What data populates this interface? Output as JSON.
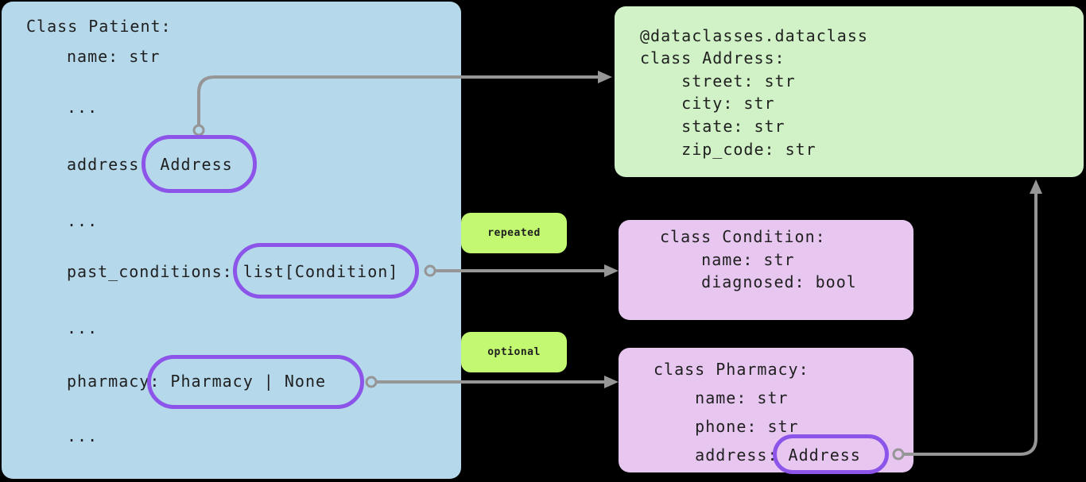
{
  "diagram": {
    "patient_box": {
      "lines": [
        "Class Patient:",
        "name: str",
        "...",
        "address: Address",
        "...",
        "past_conditions: list[Condition]",
        "...",
        "pharmacy: Pharmacy | None",
        "..."
      ]
    },
    "address_box": {
      "lines": [
        "@dataclasses.dataclass",
        "class Address:",
        "    street: str",
        "    city: str",
        "    state: str",
        "    zip_code: str"
      ]
    },
    "condition_box": {
      "lines": [
        "class Condition:",
        "    name: str",
        "    diagnosed: bool"
      ]
    },
    "pharmacy_box": {
      "lines": [
        "class Pharmacy:",
        "    name: str",
        "    phone: str",
        "    address: Address"
      ]
    },
    "badges": {
      "repeated": "repeated",
      "optional": "optional"
    },
    "colors": {
      "background": "#000000",
      "patient_bg": "#b5d8eb",
      "address_bg": "#d0f2c6",
      "condition_bg": "#e7c6f0",
      "pharmacy_bg": "#e7c6f0",
      "badge_bg": "#c2f970",
      "highlight_stroke": "#8c54e9",
      "arrow": "#969696",
      "text": "#1f1f1f"
    }
  }
}
